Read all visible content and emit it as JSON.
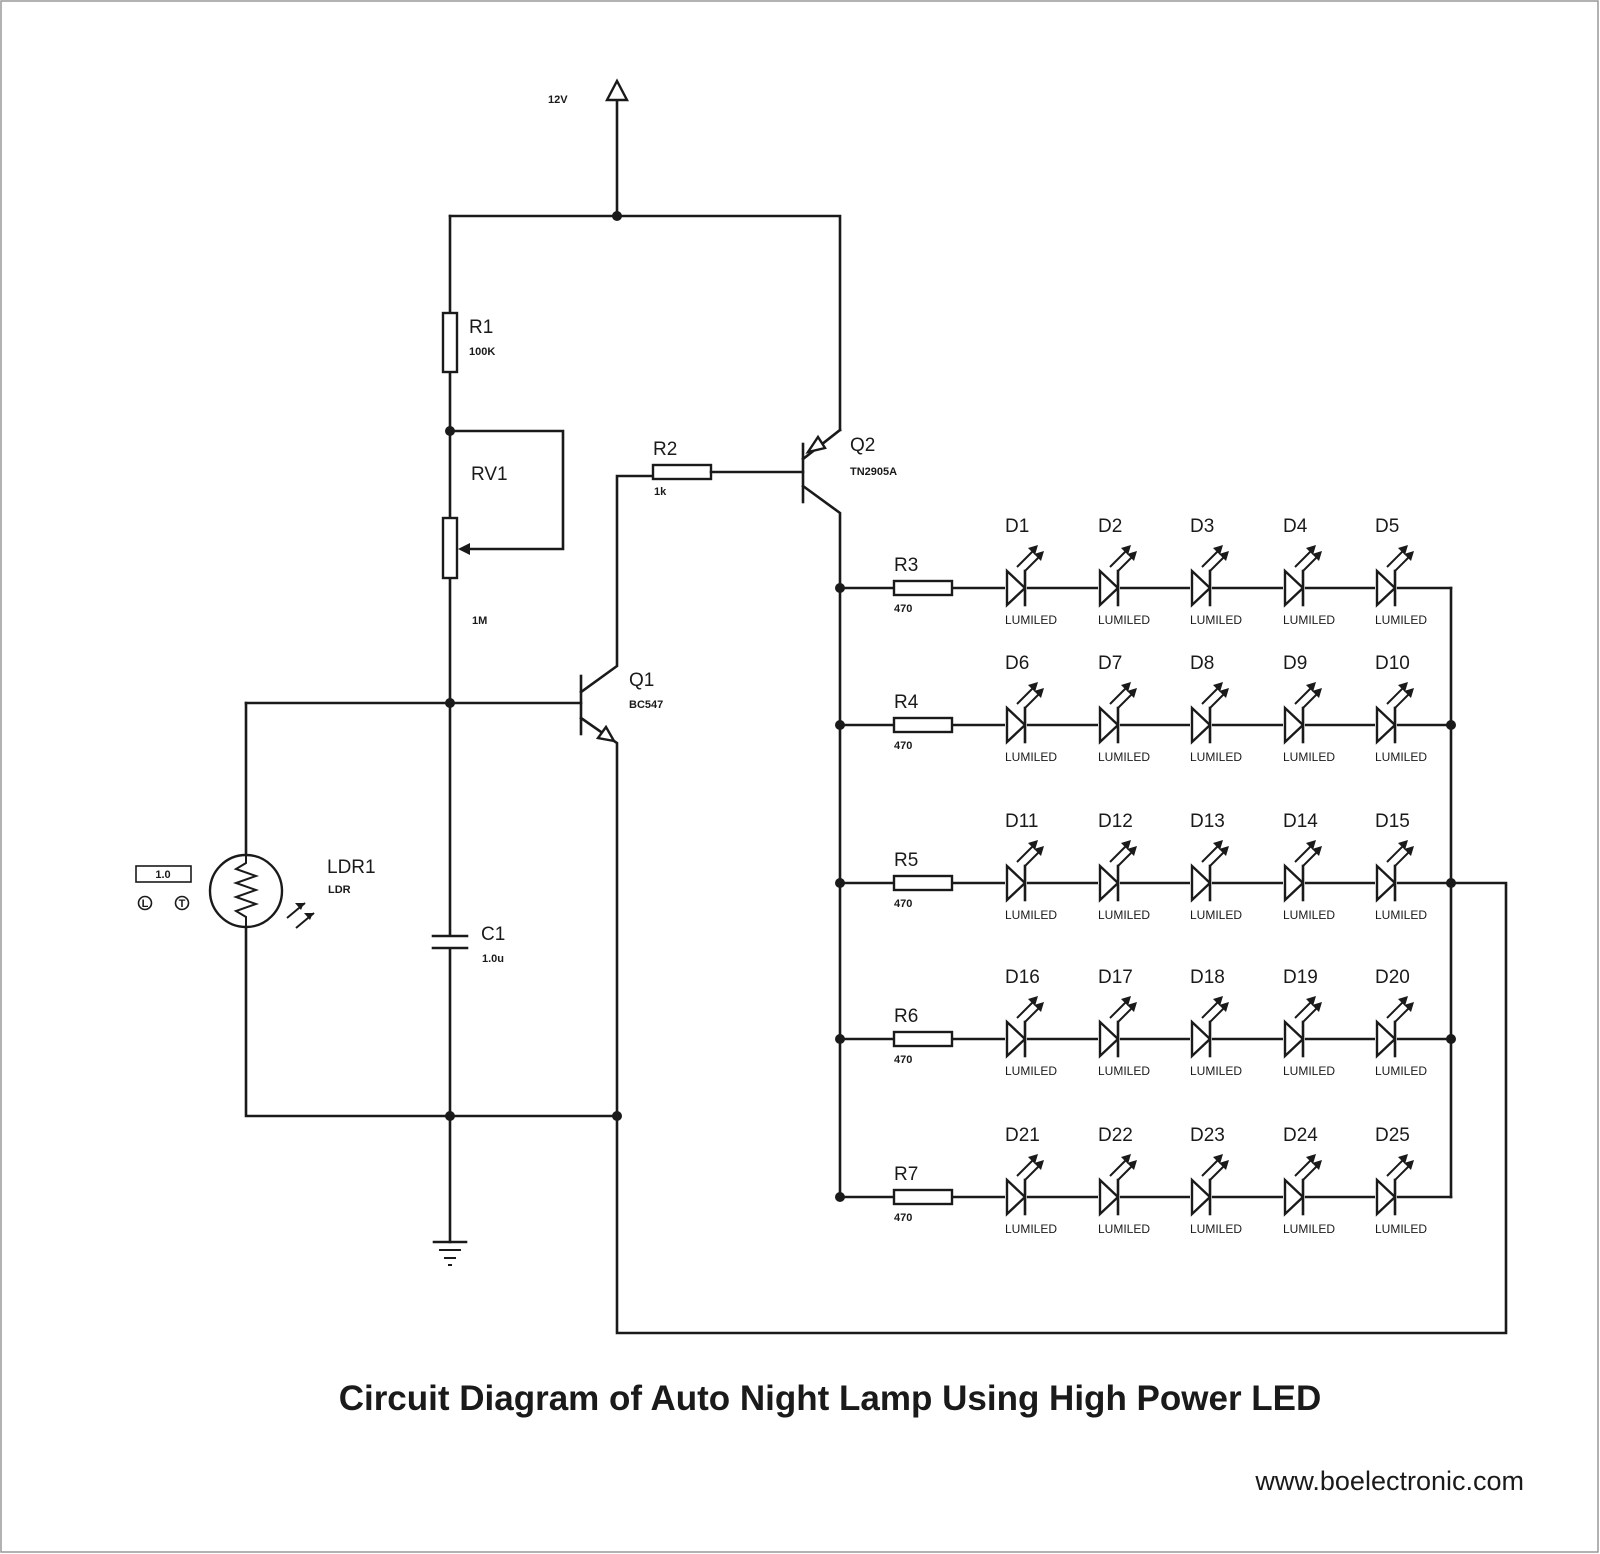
{
  "title": "Circuit Diagram of Auto Night Lamp Using High Power LED",
  "website": "www.boelectronic.com",
  "supply": {
    "label": "12V"
  },
  "components": {
    "R1": {
      "name": "R1",
      "value": "100K"
    },
    "RV1": {
      "name": "RV1",
      "value": "1M"
    },
    "R2": {
      "name": "R2",
      "value": "1k"
    },
    "Q1": {
      "name": "Q1",
      "value": "BC547"
    },
    "Q2": {
      "name": "Q2",
      "value": "TN2905A"
    },
    "LDR1": {
      "name": "LDR1",
      "value": "LDR"
    },
    "C1": {
      "name": "C1",
      "value": "1.0u"
    }
  },
  "ldr_meter": {
    "value": "1.0",
    "left_button": "L",
    "right_button": "T"
  },
  "led_rows": [
    {
      "resistor": "R3",
      "value": "470",
      "leds": [
        "D1",
        "D2",
        "D3",
        "D4",
        "D5"
      ]
    },
    {
      "resistor": "R4",
      "value": "470",
      "leds": [
        "D6",
        "D7",
        "D8",
        "D9",
        "D10"
      ]
    },
    {
      "resistor": "R5",
      "value": "470",
      "leds": [
        "D11",
        "D12",
        "D13",
        "D14",
        "D15"
      ]
    },
    {
      "resistor": "R6",
      "value": "470",
      "leds": [
        "D16",
        "D17",
        "D18",
        "D19",
        "D20"
      ]
    },
    {
      "resistor": "R7",
      "value": "470",
      "leds": [
        "D21",
        "D22",
        "D23",
        "D24",
        "D25"
      ]
    }
  ],
  "led_value": "LUMILED"
}
